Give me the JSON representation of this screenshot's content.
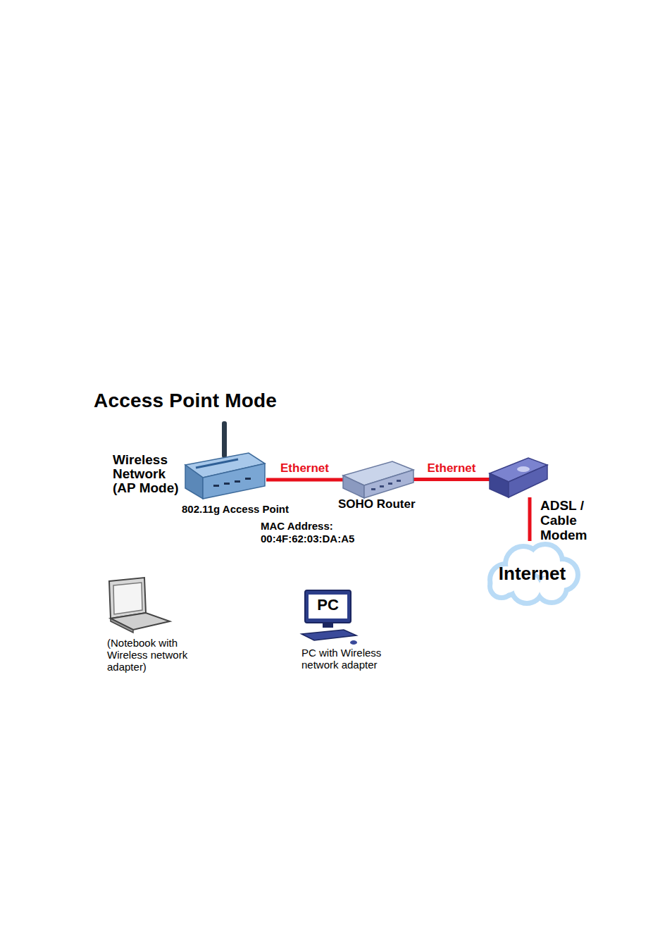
{
  "diagram": {
    "title": "Access Point Mode",
    "nodes": [
      {
        "text": [
          "Wireless Network (AP Mode)"
        ]
      },
      {
        "text": [
          "802.11g Access Point",
          "MAC Address: 00:4F:62:03:DA:A5"
        ],
        "in": 0
      },
      {
        "text": [
          "SOHO Router"
        ]
      },
      {
        "text": [
          "ADSL / Cable Modem"
        ]
      },
      {
        "text": [
          "Internet"
        ]
      },
      {
        "text": [
          "(Notebook with Wireless network adapter)"
        ],
        "in": 0
      },
      {
        "text": [
          "PC",
          "PC with Wireless network adapter"
        ],
        "in": 0
      }
    ],
    "edges": [
      {
        "from": 1,
        "to": 2,
        "label": "Ethernet",
        "arrow": "none"
      },
      {
        "from": 2,
        "to": 3,
        "label": "Ethernet",
        "arrow": "none"
      },
      {
        "from": 3,
        "to": 4,
        "arrow": "none"
      }
    ]
  }
}
